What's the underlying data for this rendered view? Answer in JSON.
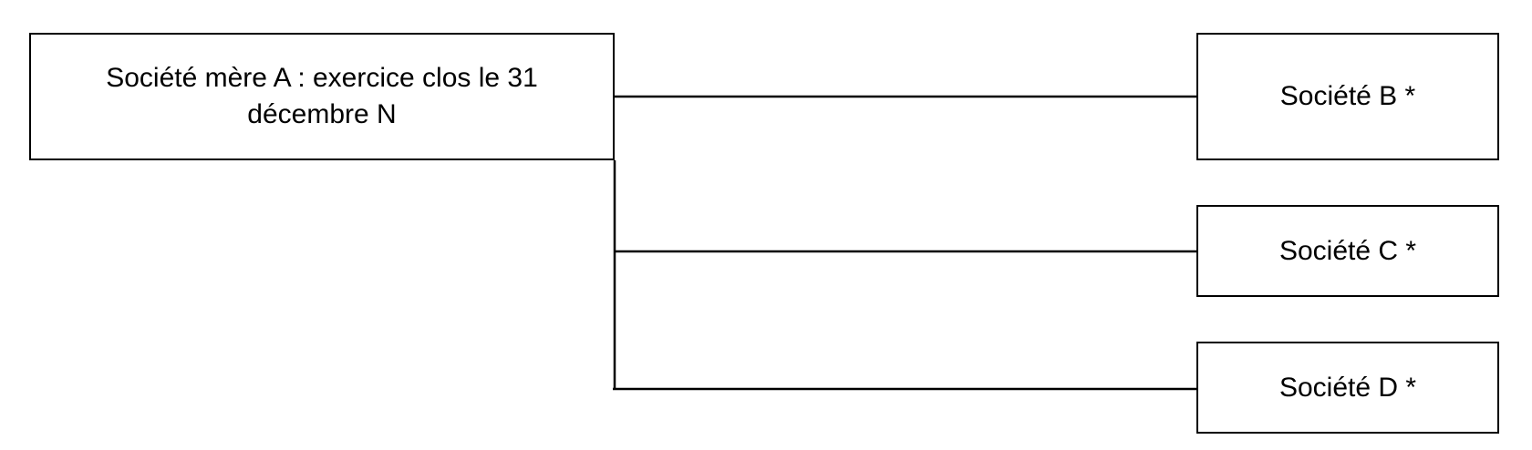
{
  "diagram": {
    "parent": {
      "label": "Société mère A : exercice clos le 31 décembre N"
    },
    "children": [
      {
        "label": "Société B *"
      },
      {
        "label": "Société C *"
      },
      {
        "label": "Société D *"
      }
    ]
  }
}
